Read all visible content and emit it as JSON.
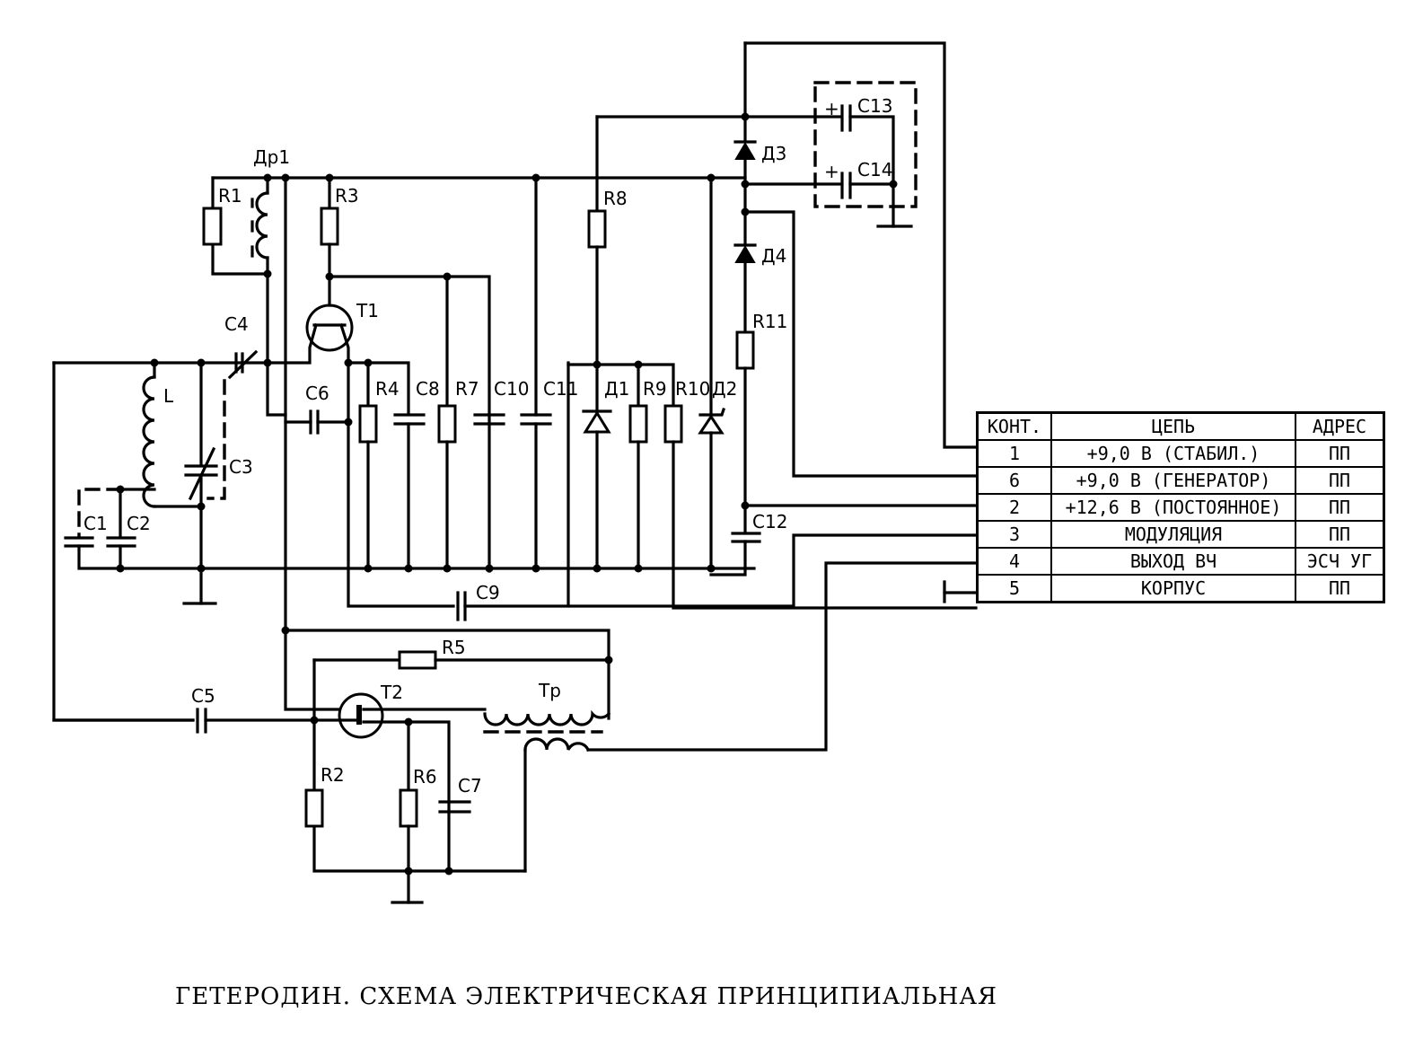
{
  "title": "ГЕТЕРОДИН. СХЕМА ЭЛЕКТРИЧЕСКАЯ ПРИНЦИПИАЛЬНАЯ",
  "components": {
    "resistors": [
      "R1",
      "R2",
      "R3",
      "R4",
      "R5",
      "R6",
      "R7",
      "R8",
      "R9",
      "R10",
      "R11"
    ],
    "capacitors": [
      "C1",
      "C2",
      "C3",
      "C4",
      "C5",
      "C6",
      "C7",
      "C8",
      "C9",
      "C10",
      "C11",
      "C12",
      "C13",
      "C14"
    ],
    "diodes": [
      "Д1",
      "Д2",
      "Д3",
      "Д4"
    ],
    "transistors": [
      "T1",
      "T2"
    ],
    "inductors": [
      "L",
      "Др1"
    ],
    "transformer": "Тр"
  },
  "labels": {
    "R1": "R1",
    "R2": "R2",
    "R3": "R3",
    "R4": "R4",
    "R5": "R5",
    "R6": "R6",
    "R7": "R7",
    "R8": "R8",
    "R9": "R9",
    "R10": "R10",
    "R11": "R11",
    "C1": "C1",
    "C2": "C2",
    "C3": "C3",
    "C4": "C4",
    "C5": "C5",
    "C6": "C6",
    "C7": "C7",
    "C8": "C8",
    "C9": "C9",
    "C10": "C10",
    "C11": "C11",
    "C12": "C12",
    "C13": "C13",
    "C14": "C14",
    "D1": "Д1",
    "D2": "Д2",
    "D3": "Д3",
    "D4": "Д4",
    "T1": "T1",
    "T2": "T2",
    "L": "L",
    "Dr1": "Др1",
    "Tr": "Тр",
    "plus": "+"
  },
  "connector_table": {
    "headers": [
      "КОНТ.",
      "ЦЕПЬ",
      "АДРЕС"
    ],
    "rows": [
      {
        "contact": "1",
        "circuit": "+9,0 В  (СТАБИЛ.)",
        "address": "ПП"
      },
      {
        "contact": "6",
        "circuit": "+9,0 В (ГЕНЕРАТОР)",
        "address": "ПП"
      },
      {
        "contact": "2",
        "circuit": "+12,6 В (ПОСТОЯННОЕ)",
        "address": "ПП"
      },
      {
        "contact": "3",
        "circuit": "МОДУЛЯЦИЯ",
        "address": "ПП"
      },
      {
        "contact": "4",
        "circuit": "ВЫХОД  ВЧ",
        "address": "ЭСЧ УГ"
      },
      {
        "contact": "5",
        "circuit": "КОРПУС",
        "address": "ПП"
      }
    ]
  }
}
